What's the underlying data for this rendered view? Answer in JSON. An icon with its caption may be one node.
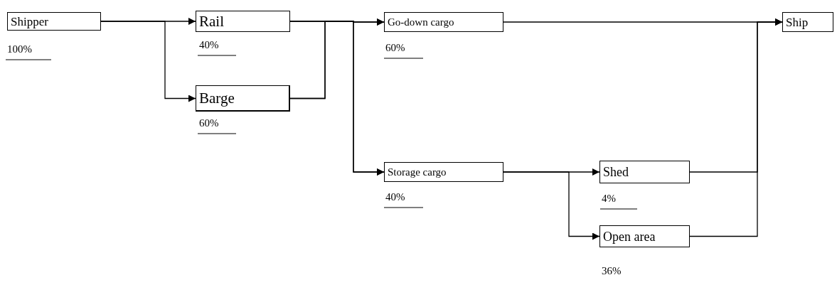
{
  "diagram": {
    "nodes": [
      {
        "text": [
          "Shipper"
        ],
        "beside": [
          "100%"
        ]
      },
      {
        "text": [
          "Rail"
        ],
        "beside": [
          "40%"
        ]
      },
      {
        "text": [
          "Barge"
        ],
        "beside": [
          "60%"
        ]
      },
      {
        "text": [
          "Go-down cargo"
        ],
        "beside": [
          "60%"
        ]
      },
      {
        "text": [
          "Storage cargo"
        ],
        "beside": [
          "40%"
        ]
      },
      {
        "text": [
          "Shed"
        ],
        "beside": [
          "4%"
        ]
      },
      {
        "text": [
          "Open area"
        ],
        "beside": [
          "36%"
        ]
      },
      {
        "text": [
          "Ship"
        ]
      }
    ],
    "edges": [
      {
        "from": 0,
        "to": 1,
        "arrow": "to"
      },
      {
        "from": 0,
        "to": 2,
        "arrow": "to"
      },
      {
        "from": 1,
        "to": 3,
        "arrow": "to"
      },
      {
        "from": 1,
        "to": 4,
        "arrow": "to"
      },
      {
        "from": 2,
        "to": 3,
        "arrow": "to"
      },
      {
        "from": 2,
        "to": 4,
        "arrow": "to"
      },
      {
        "from": 3,
        "to": 7,
        "arrow": "to"
      },
      {
        "from": 4,
        "to": 5,
        "arrow": "to"
      },
      {
        "from": 4,
        "to": 6,
        "arrow": "to"
      },
      {
        "from": 5,
        "to": 7,
        "arrow": "to"
      },
      {
        "from": 6,
        "to": 7,
        "arrow": "to"
      }
    ]
  }
}
